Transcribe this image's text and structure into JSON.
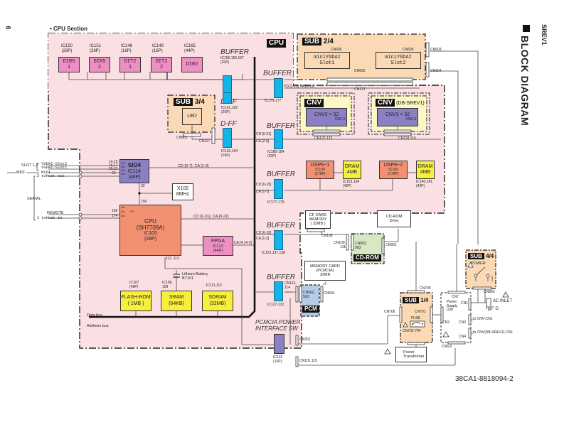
{
  "page": {
    "page_number": "6",
    "model": "SREV1",
    "title": "BLOCK DIAGRAM",
    "doc_code": "38CA1-8818094-2"
  },
  "cpu_section": {
    "heading": "• CPU Section",
    "badge": "CPU",
    "dir_chips": [
      {
        "ic": "IC150",
        "pins": "(28P)",
        "name": "DIR5",
        "num": "1"
      },
      {
        "ic": "IC151",
        "pins": "(28P)",
        "name": "DIR5",
        "num": "2"
      },
      {
        "ic": "IC148",
        "pins": "(16P)",
        "name": "DIT2",
        "num": "1"
      },
      {
        "ic": "IC149",
        "pins": "(16P)",
        "name": "DIT2",
        "num": "2"
      },
      {
        "ic": "IC165",
        "pins": "(44P)",
        "name": "DIR2",
        "num": ""
      }
    ],
    "buffer_top": {
      "label": "BUFFER",
      "ic": "IC155,156,167",
      "pins": "(20P)"
    },
    "buffer_yd": {
      "label": "BUFFER",
      "ic": "IC173-177",
      "bus": "YD [1-15] YA [0-10]"
    },
    "dff1": {
      "label": "D-FF",
      "ic": "IC161,162",
      "pins": "(20P)"
    },
    "dff2": {
      "label": "D-FF",
      "ic": "IC163,164",
      "pins": "(16P)"
    },
    "buffer_cd": {
      "label": "BUFFER",
      "ic": "IC180-184",
      "pins": "(20P)",
      "bus1": "CD [0-31]",
      "bus2": "CA [2-9]"
    },
    "buffer_dsp": {
      "label": "BUFFER",
      "ic": "IC177-179",
      "bus1": "CD [0-15]",
      "bus2": "CA [1-7]"
    },
    "buffer_cf": {
      "label": "BUFFER",
      "ic": "IC123,137,138",
      "bus1": "CD [0-15]",
      "bus2": "CA [1-3]"
    },
    "buffer_pcm": {
      "label": "BUFFER",
      "ic": "IC127-131",
      "cn": "CN113, 114"
    },
    "pcmcia_sw": {
      "label1": "PCMCIA POWER",
      "label2": "INTERFACE SW",
      "ic": "IC132",
      "pins": "(16P)"
    },
    "sio4": {
      "name": "SIO4",
      "ic": "IC114",
      "pins": "(48P)",
      "bus": "CD [0-7], CA [1-6]",
      "pin_nums": [
        "14,15",
        "16,17",
        "20,21",
        "23"
      ],
      "ch": [
        "ch0",
        "ch1",
        "ch2",
        "ch3"
      ],
      "pin_bottom": "32"
    },
    "x102": {
      "name": "X102",
      "freq": "8MHz"
    },
    "cpu": {
      "name": "CPU",
      "part": "(SH7709A)",
      "ic": "IC105",
      "pins": "(28P)",
      "bus": "CD [0-31], CA [0-21]",
      "pin_top": "156",
      "pin_bottom": "112, 113",
      "pin_nums": [
        "166",
        "174"
      ],
      "ch": [
        "ch0",
        "ch1",
        "ch2"
      ],
      "sci": "SCI"
    },
    "fpga": {
      "name": "FPGA",
      "ic": "IC113",
      "pins": "(44P)",
      "bus": "CA [4,14-2]"
    },
    "battery": {
      "label": "Lithium Battery",
      "ref": "BT101"
    },
    "memories": [
      {
        "ic": "IC107",
        "pins": "(48P)",
        "name": "FLASH-ROM",
        "size": "( 1MB )"
      },
      {
        "ic": "IC108,",
        "pins": "109",
        "name": "SRAM",
        "size": "(64KB)"
      },
      {
        "ic": "IC111,112",
        "pins": "",
        "name": "SDRAM",
        "size": "(32MB)"
      }
    ],
    "data_bus": "Data bus",
    "address_bus": "Address bus",
    "cn117": "CN117",
    "cn121": "CN121",
    "cn108": "CN108",
    "cn109": "CN109, 111",
    "cn301": "CN301",
    "cn101": "CN101,115"
  },
  "external": {
    "slot_label": "SLOT 1,2",
    "slot2": "YGDAI-Slot2",
    "slot1": "YGDAI-Slot1",
    "midi_label": "MIDI",
    "midi": "MIDI",
    "to_host_out": "toHost-out",
    "serial": "SERIAL",
    "remote": "REMOTE",
    "to_host_in": "toHost-in",
    "num2": "2",
    "num1": "1"
  },
  "sub24": {
    "badge": "SUB",
    "num": "2/4",
    "slot1": {
      "name": "miniYGDAI",
      "slot": "Slot1",
      "cn": "CN606"
    },
    "slot2": {
      "name": "miniYGDAI",
      "slot": "Slot2",
      "cn": "CN605"
    },
    "cn602": "CN602",
    "cn603": "CN603",
    "cn604": "CN604"
  },
  "sub34": {
    "badge": "SUB",
    "num": "3/4",
    "led": "LED",
    "cn": "CN801"
  },
  "cnv1": {
    "badge": "CNV",
    "chip": "CNV3 × 32",
    "cn_inner": "CN2,3",
    "cn": "CN122,123"
  },
  "cnv2": {
    "badge": "CNV",
    "extra": "(DB-SREV1)",
    "chip": "CNV3 × 32",
    "cn_inner": "CN2,3",
    "cn": "CN118,119"
  },
  "dsp": [
    {
      "name": "DSP6−1",
      "ic": "IC159",
      "pins": "(176P)",
      "dram": "DRAM",
      "dram_size": "4MB",
      "dram_ic": "IC153,154",
      "dram_pins": "(42P)"
    },
    {
      "name": "DSP6−2",
      "ic": "IC143",
      "pins": "(176P)",
      "dram": "DRAM",
      "dram_size": "4MB",
      "dram_ic": "IC140,141",
      "dram_pins": "(42P)"
    }
  ],
  "cf_card": {
    "l1": "CF CARD",
    "l2": "MEMORY",
    "l3": "( 32MB )"
  },
  "cdrom_drive": {
    "l1": "CD-ROM",
    "l2": "Drive"
  },
  "cdrom": {
    "badge": "CD-ROM",
    "cn": "CN902,",
    "cn2": "903",
    "cn901": "CN901"
  },
  "memory_card": {
    "l1": "MEMORY CARD",
    "l2": "(PCMCIA)",
    "l3": "32MB"
  },
  "pcm": {
    "badge": "PCM",
    "cn": "CN502,",
    "cn2": "503",
    "cn501": "CN501"
  },
  "sub14": {
    "badge": "SUB",
    "num": "1/4",
    "fuse": "FUSE",
    "cn705": "CN705",
    "cn706": "CN706",
    "cn701": "CN701",
    "cn702": "CN702-704"
  },
  "power_transformer": {
    "l1": "Power",
    "l2": "Transformer"
  },
  "psu": {
    "l1": "Power",
    "l2": "Supply",
    "l3": "Unit",
    "cn7": "CN7",
    "cn1": "CN1",
    "cn2": "CN2",
    "cn3": "CN3",
    "cn4": "CN4",
    "cn56": "CN5,6",
    "to_cnv": "to CNV-CN1",
    "to_cnv_db": "to CNV(DB-SREV1)-CN1"
  },
  "sub44": {
    "badge": "SUB",
    "num": "4/4",
    "power": "POWER",
    "cn": "CN803"
  },
  "ac": {
    "inlet": "AC INLET",
    "fg": "F G"
  },
  "colors": {
    "pink_bg": "#fbe0e3",
    "peach_bg": "#fbd9b4",
    "cream_bg": "#fdf7c6",
    "green_bg": "#d9e8c4",
    "chip_pink": "#ee8fc4",
    "buffer_blue": "#14b4e8",
    "chip_purple": "#8c80c4",
    "chip_salmon": "#f29072",
    "chip_yellow": "#f8ee3c"
  }
}
